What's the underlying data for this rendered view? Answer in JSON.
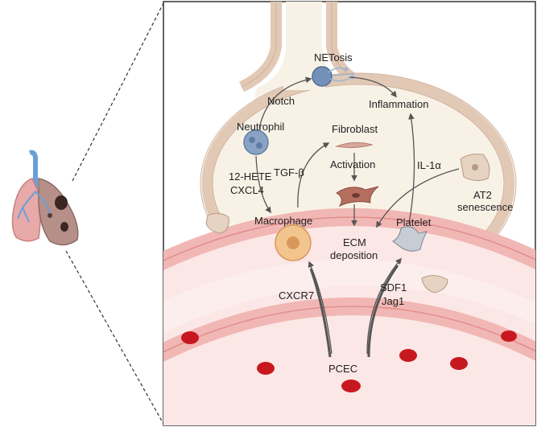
{
  "labels": {
    "netosis": "NETosis",
    "notch": "Notch",
    "inflammation": "Inflammation",
    "neutrophil": "Neutrophil",
    "fibroblast": "Fibroblast",
    "activation": "Activation",
    "il1a": "IL-1α",
    "tgfb": "TGF-β",
    "hete": "12-HETE",
    "cxcl4": "CXCL4",
    "at2": "AT2",
    "senescence": "senescence",
    "macrophage": "Macrophage",
    "platelet": "Platelet",
    "ecm1": "ECM",
    "ecm2": "deposition",
    "cxcr7": "CXCR7",
    "sdf1": "SDF1",
    "jag1": "Jag1",
    "pcec": "PCEC"
  },
  "colors": {
    "alveolus_fill": "#f8f2e6",
    "alveolus_wall": "#e9d6c6",
    "vessel_wall": "#f1c6c4",
    "vessel_lumen": "#fbe7e6",
    "rbc": "#c8181f",
    "frame": "#333333",
    "arrow": "#555555"
  },
  "icons": [
    "lung-icon",
    "neutrophil-cell-icon",
    "netosis-cell-icon",
    "fibroblast-cell-icon",
    "activated-fibroblast-icon",
    "macrophage-cell-icon",
    "platelet-cell-icon",
    "at2-senescent-cell-icon",
    "red-blood-cell-icon"
  ]
}
